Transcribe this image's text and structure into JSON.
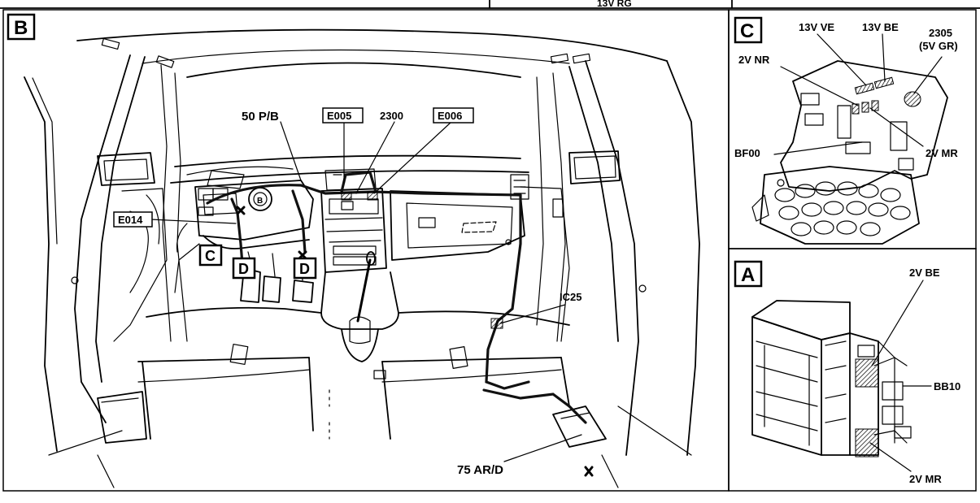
{
  "top_fragment": "13V RG",
  "panels": {
    "B": {
      "letter": "B",
      "labels": {
        "p50": "50 P/B",
        "e005": "E005",
        "n2300": "2300",
        "e006": "E006",
        "e014": "E014",
        "ic25": "IC25",
        "ar75": "75 AR/D",
        "c": "C",
        "d_left": "D",
        "d_right": "D"
      }
    },
    "C": {
      "letter": "C",
      "labels": {
        "ve13": "13V VE",
        "be13": "13V BE",
        "n2305": "2305",
        "gr5": "(5V GR)",
        "nr2": "2V NR",
        "mr2": "2V MR",
        "bf00": "BF00"
      }
    },
    "A": {
      "letter": "A",
      "labels": {
        "be2": "2V BE",
        "bb10": "BB10",
        "mr2": "2V MR"
      }
    }
  }
}
